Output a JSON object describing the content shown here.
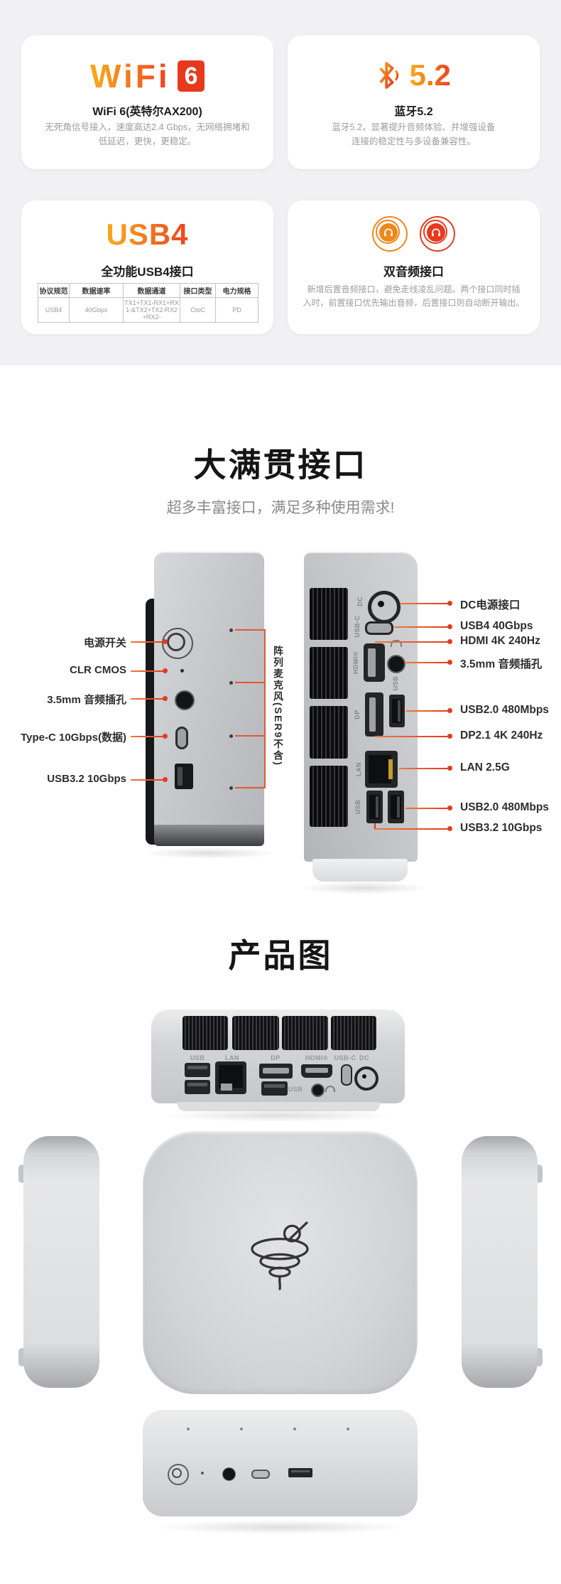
{
  "feature_cards": {
    "wifi": {
      "logo": "WiFi",
      "badge": "6",
      "title": "WiFi 6(英特尔AX200)",
      "desc_line1": "无死角信号接入，速度高达2.4 Gbps，无网络拥堵和",
      "desc_line2": "低延迟，更快，更稳定。"
    },
    "bluetooth": {
      "version": "5.2",
      "title": "蓝牙5.2",
      "desc_line1": "蓝牙5.2，显著提升音频体验、并增强设备",
      "desc_line2": "连接的稳定性与多设备兼容性。"
    },
    "usb4": {
      "logo": "USB4",
      "title": "全功能USB4接口",
      "table_headers": [
        "协议规范",
        "数据速率",
        "数据通道",
        "接口类型",
        "电力规格"
      ],
      "table_row": [
        "USB4",
        "40Gbps",
        "TX1+TX1-RX1+RX1-&TX2+TX2-RX2+RX2-",
        "CtoC",
        "PD"
      ]
    },
    "audio": {
      "title": "双音频接口",
      "desc_line1": "新增后置音频接口，避免走线凌乱问题。两个接口同时插",
      "desc_line2": "入时，前置接口优先输出音频，后置接口则自动断开输出。"
    }
  },
  "ports_section": {
    "title": "大满贯接口",
    "subtitle": "超多丰富接口，满足多种使用需求!",
    "front_labels": [
      "电源开关",
      "CLR CMOS",
      "3.5mm 音频插孔",
      "Type-C 10Gbps(数据)",
      "USB3.2 10Gbps"
    ],
    "mic_label": "阵列麦克风(SER9不含)",
    "back_labels": [
      "DC电源接口",
      "USB4 40Gbps",
      "HDMI 4K 240Hz",
      "3.5mm 音频插孔",
      "USB2.0 480Mbps",
      "DP2.1 4K 240Hz",
      "LAN 2.5G",
      "USB2.0 480Mbps",
      "USB3.2 10Gbps"
    ],
    "back_glyphs": [
      "DC",
      "USB-C",
      "HDMI®",
      "USB",
      "DP",
      "LAN",
      "USB"
    ]
  },
  "product_section": {
    "title": "产品图",
    "rear_glyphs": [
      "USB",
      "LAN",
      "DP",
      "HDMI®",
      "USB-C",
      "DC",
      "USB"
    ]
  },
  "colors": {
    "accent_orange": "#f7a41d",
    "accent_red": "#e73a1c",
    "callout_red": "#e23b20",
    "gray_bg": "#f1f1f3"
  }
}
